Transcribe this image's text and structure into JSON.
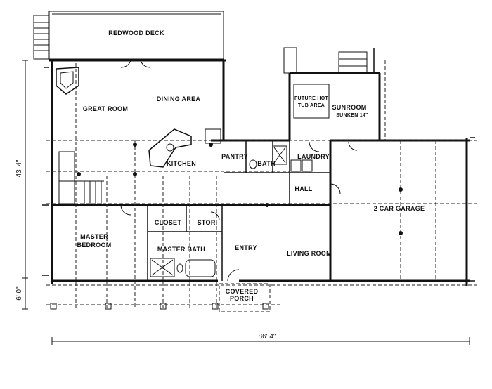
{
  "rooms": {
    "redwood_deck": "REDWOOD DECK",
    "dining_area": "DINING AREA",
    "great_room": "GREAT ROOM",
    "kitchen": "KITCHEN",
    "pantry": "PANTRY",
    "bath": "BATH",
    "laundry": "LAUNDRY",
    "future_hot_tub_line1": "FUTURE HOT",
    "future_hot_tub_line2": "TUB AREA",
    "sunroom": "SUNROOM",
    "sunroom_note": "SUNKEN 14\"",
    "hall": "HALL",
    "garage": "2 CAR GARAGE",
    "closet": "CLOSET",
    "stor": "STOR.",
    "master_bedroom_line1": "MASTER",
    "master_bedroom_line2": "BEDROOM",
    "master_bath": "MASTER BATH",
    "entry": "ENTRY",
    "living_room": "LIVING ROOM",
    "covered_porch_line1": "COVERED",
    "covered_porch_line2": "PORCH"
  },
  "dimensions": {
    "overall_width": "86' 4\"",
    "overall_depth": "43' 4\"",
    "porch_depth": "6' 0\""
  }
}
